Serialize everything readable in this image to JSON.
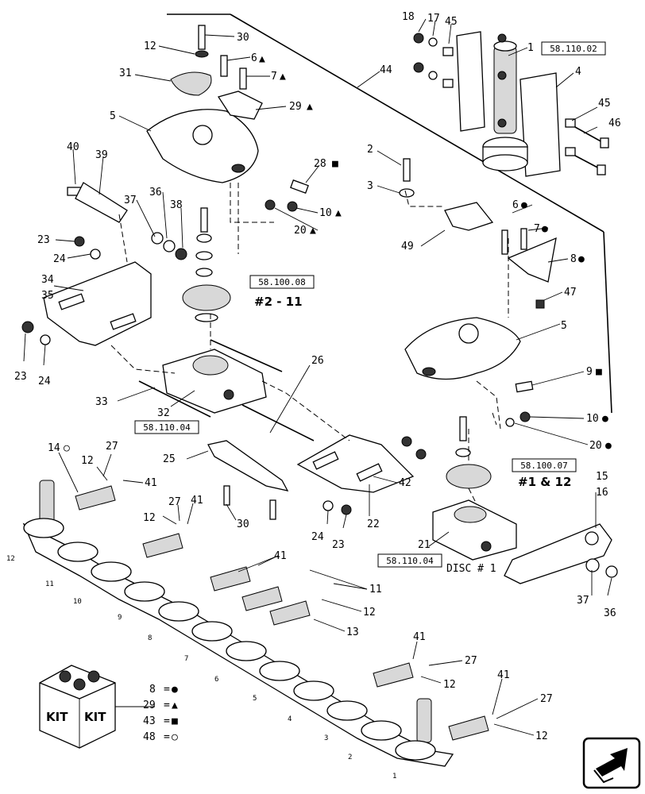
{
  "callouts": {
    "c18": "18",
    "c17": "17",
    "c45a": "45",
    "c1": "1",
    "c4": "4",
    "c45b": "45",
    "c46": "46",
    "c12a": "12",
    "c30a": "30",
    "c6a": "6",
    "c7a": "7",
    "c31": "31",
    "c29": "29",
    "c5a": "5",
    "c44": "44",
    "c40": "40",
    "c39": "39",
    "c28": "28",
    "c10a": "10",
    "c20a": "20",
    "c2": "2",
    "c3": "3",
    "c37a": "37",
    "c36a": "36",
    "c38": "38",
    "c23a": "23",
    "c24a": "24",
    "c34": "34",
    "c35": "35",
    "c49": "49",
    "c6b": "6",
    "c7b": "7",
    "c8": "8",
    "c47": "47",
    "c5b": "5",
    "c9": "9",
    "c23b": "23",
    "c24b": "24",
    "c26": "26",
    "c33": "33",
    "c32": "32",
    "c10b": "10",
    "c20b": "20",
    "c14": "14",
    "c27a": "27",
    "c12b": "12",
    "c41a": "41",
    "c25": "25",
    "c42": "42",
    "c27b": "27",
    "c41b": "41",
    "c12c": "12",
    "c30b": "30",
    "c22": "22",
    "c24c": "24",
    "c23c": "23",
    "c15": "15",
    "c16": "16",
    "c21": "21",
    "c37b": "37",
    "c36b": "36",
    "c41c": "41",
    "c11a": "11",
    "c12d": "12",
    "c13": "13",
    "c41d": "41",
    "c27c": "27",
    "c12e": "12",
    "c41e": "41",
    "c27d": "27",
    "c12f": "12",
    "d12": "12",
    "d11": "11",
    "d10": "10",
    "d9": "9",
    "d8": "8",
    "d7": "7",
    "d6": "6",
    "d5": "5",
    "d4": "4",
    "d3": "3",
    "d2": "2",
    "d1": "1"
  },
  "symbols": {
    "triangle": "▲",
    "circle_filled": "●",
    "square": "■",
    "circle_open": "○"
  },
  "refs": {
    "r1": "58.110.02",
    "r2": "58.100.08",
    "r3": "58.110.04",
    "r4": "58.100.07",
    "r5": "58.110.04"
  },
  "disc_groups": {
    "g1": "#2 - 11",
    "g2": "#1 & 12"
  },
  "disc_label": "DISC # 1",
  "kit": {
    "label1": "KIT",
    "label2": "KIT",
    "legend": [
      {
        "num": "8",
        "eq": "=",
        "sym": "●"
      },
      {
        "num": "29",
        "eq": "=",
        "sym": "▲"
      },
      {
        "num": "43",
        "eq": "=",
        "sym": "■"
      },
      {
        "num": "48",
        "eq": "=",
        "sym": "○"
      }
    ]
  },
  "nav_arrow": "next-page-arrow"
}
